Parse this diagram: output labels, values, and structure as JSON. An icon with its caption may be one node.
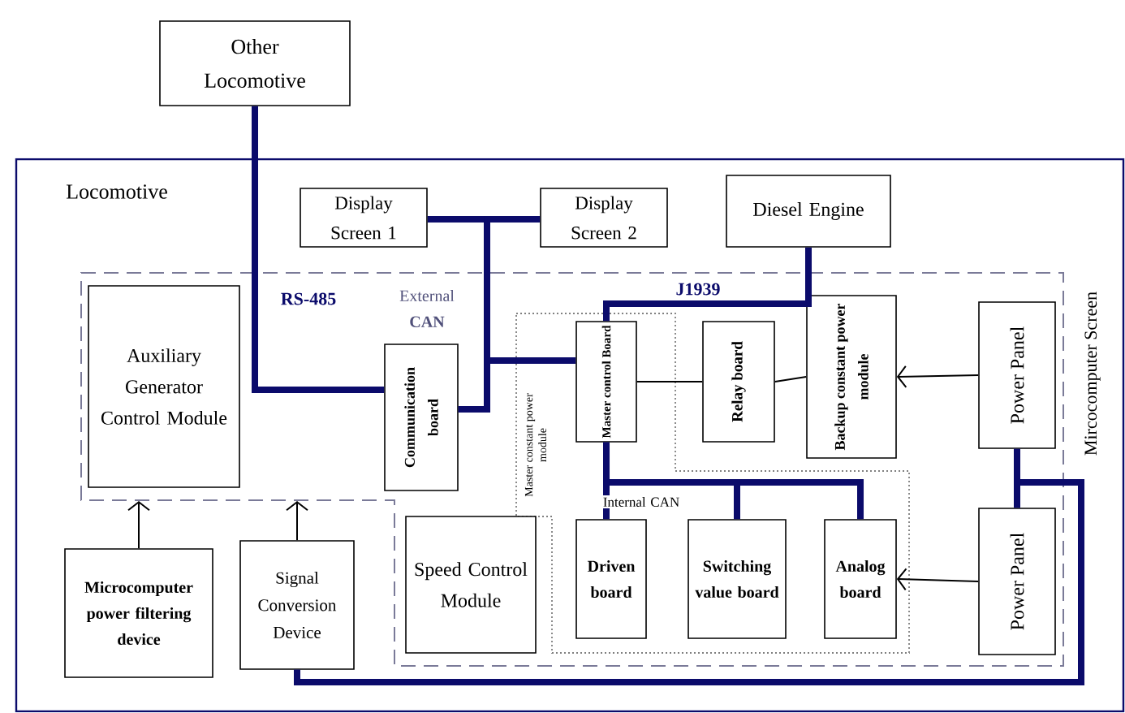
{
  "diagram": {
    "nodes": [
      {
        "text": [
          "Other Locomotive"
        ]
      },
      {
        "text": [
          "Locomotive"
        ]
      },
      {
        "text": [
          "Display Screen 1"
        ],
        "in": 1
      },
      {
        "text": [
          "Display Screen 2"
        ],
        "in": 1
      },
      {
        "text": [
          "Diesel Engine"
        ],
        "in": 1
      },
      {
        "text": [
          "Mircocomputer Screen"
        ],
        "in": 1
      },
      {
        "text": [
          "Auxiliary Generator Control Module"
        ],
        "in": 5
      },
      {
        "text": [
          "Master constant power module"
        ],
        "in": 5
      },
      {
        "text": [
          "Communication board"
        ],
        "in": 5
      },
      {
        "text": [
          "Master control Board"
        ],
        "in": 7
      },
      {
        "text": [
          "Relay board"
        ],
        "in": 5
      },
      {
        "text": [
          "Backup constant power module"
        ],
        "in": 5
      },
      {
        "text": [
          "Power Panel"
        ],
        "in": 5
      },
      {
        "text": [
          "Speed Control Module"
        ],
        "in": 5
      },
      {
        "text": [
          "Driven board"
        ],
        "in": 7
      },
      {
        "text": [
          "Switching value board"
        ],
        "in": 7
      },
      {
        "text": [
          "Analog board"
        ],
        "in": 7
      },
      {
        "text": [
          "Power Panel"
        ],
        "in": 5
      },
      {
        "text": [
          "Microcomputer power filtering device"
        ],
        "in": 1
      },
      {
        "text": [
          "Signal Conversion Device"
        ],
        "in": 1
      }
    ],
    "edges": [
      {
        "from": 0,
        "to": 8,
        "arrow": "none",
        "label": "RS-485"
      },
      {
        "from": 8,
        "to": 2,
        "arrow": "none",
        "label": "External **CAN**"
      },
      {
        "from": 8,
        "to": 3,
        "arrow": "none"
      },
      {
        "from": 8,
        "to": 9,
        "arrow": "none"
      },
      {
        "from": 4,
        "to": 9,
        "arrow": "none",
        "label": "J1939"
      },
      {
        "from": 9,
        "to": 10,
        "arrow": "none",
        "color": "#000000"
      },
      {
        "from": 10,
        "to": 11,
        "arrow": "none",
        "color": "#000000"
      },
      {
        "from": 12,
        "to": 11,
        "arrow": "to",
        "color": "#000000"
      },
      {
        "from": 9,
        "to": 14,
        "arrow": "none"
      },
      {
        "from": 9,
        "to": 15,
        "arrow": "none",
        "label": "Internal CAN"
      },
      {
        "from": 9,
        "to": 16,
        "arrow": "none"
      },
      {
        "from": 12,
        "to": 17,
        "arrow": "none"
      },
      {
        "from": 12,
        "to": 19,
        "arrow": "none"
      },
      {
        "from": 17,
        "to": 19,
        "arrow": "none"
      },
      {
        "from": 17,
        "to": 16,
        "arrow": "to",
        "color": "#000000"
      },
      {
        "from": 18,
        "to": 5,
        "arrow": "to",
        "color": "#000000"
      },
      {
        "from": 19,
        "to": 5,
        "arrow": "to",
        "color": "#000000"
      }
    ]
  }
}
